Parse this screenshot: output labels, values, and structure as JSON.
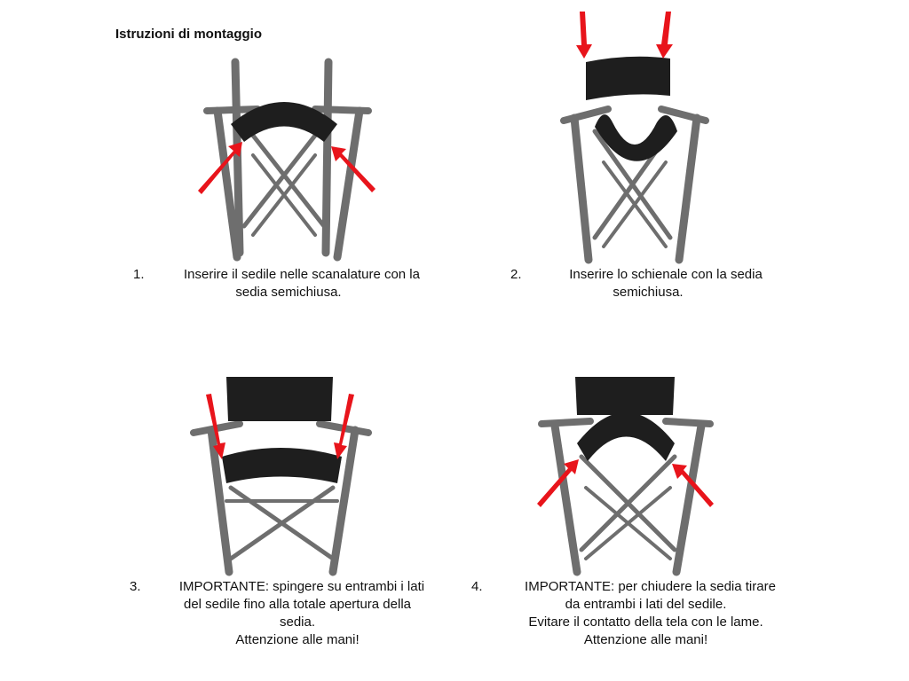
{
  "title": "Istruzioni di montaggio",
  "colors": {
    "arrow": "#e8141b",
    "frame": "#6e6e6e",
    "fabric": "#1e1e1e"
  },
  "steps": [
    {
      "number": "1.",
      "lines": [
        "Inserire il sedile nelle scanalature con la",
        "sedia semichiusa."
      ]
    },
    {
      "number": "2.",
      "lines": [
        "Inserire lo schienale con la sedia",
        "semichiusa."
      ]
    },
    {
      "number": "3.",
      "lines": [
        "IMPORTANTE: spingere su entrambi i lati",
        "del sedile fino alla totale apertura della",
        "sedia.",
        "Attenzione alle mani!"
      ]
    },
    {
      "number": "4.",
      "lines": [
        "IMPORTANTE: per chiudere la sedia tirare",
        "da entrambi i lati del sedile.",
        "Evitare il contatto della tela con le lame.",
        "Attenzione alle mani!"
      ]
    }
  ]
}
